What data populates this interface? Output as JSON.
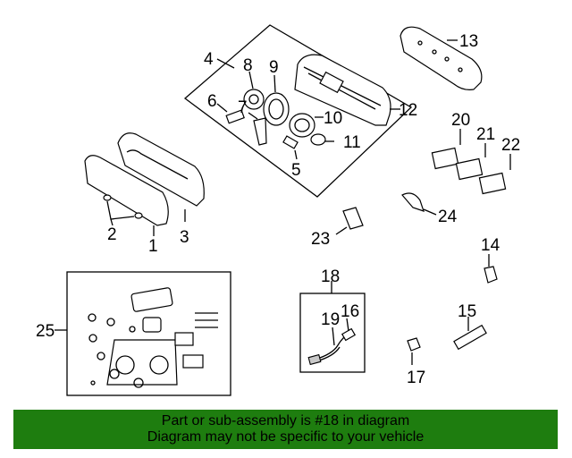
{
  "callouts": {
    "c1": "1",
    "c2": "2",
    "c3": "3",
    "c4": "4",
    "c5": "5",
    "c6": "6",
    "c7": "7",
    "c8": "8",
    "c9": "9",
    "c10": "10",
    "c11": "11",
    "c12": "12",
    "c13": "13",
    "c14": "14",
    "c15": "15",
    "c16": "16",
    "c17": "17",
    "c18": "18",
    "c19": "19",
    "c20": "20",
    "c21": "21",
    "c22": "22",
    "c23": "23",
    "c24": "24",
    "c25": "25"
  },
  "banner": {
    "line1": "Part or sub-assembly is #18 in diagram",
    "line2": "Diagram may not be specific to your vehicle",
    "color": "#1e7d0f"
  }
}
